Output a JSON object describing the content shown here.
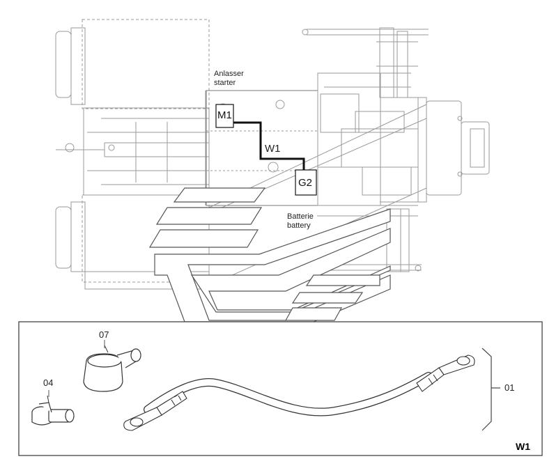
{
  "labels": {
    "starter_de": "Anlasser",
    "starter_en": "starter",
    "battery_de": "Batterie",
    "battery_en": "battery",
    "m1": "M1",
    "g2": "G2",
    "w1_wire": "W1",
    "part_07": "07",
    "part_04": "04",
    "part_01": "01",
    "panel_title": "W1"
  },
  "colors": {
    "line": "#8a8a8a",
    "dark_line": "#333333",
    "wire": "#111111",
    "frame": "#444444"
  },
  "icons": [
    "tractor-top-view-drawing",
    "battery-cable-icon",
    "terminal-cap-icon",
    "battery-clamp-icon"
  ]
}
